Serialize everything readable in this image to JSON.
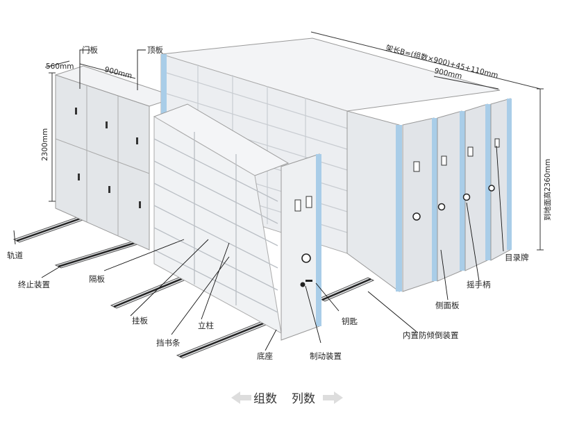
{
  "title_dimension": "架长B=(组数×900)+45+110mm",
  "dimensions": {
    "depth": "560mm",
    "width_left": "900mm",
    "width_right": "900mm",
    "height_left": "2300mm",
    "height_right": "到地面高2360mm"
  },
  "labels": {
    "door_panel": "门板",
    "top_panel": "顶板",
    "rail": "轨道",
    "stop_device": "终止装置",
    "partition": "隔板",
    "hanging_board": "挂板",
    "upright": "立柱",
    "book_stopper": "挡书条",
    "base": "底座",
    "brake": "制动装置",
    "key": "钥匙",
    "anti_tilt": "内置防倾倒装置",
    "side_panel": "侧面板",
    "crank_handle": "摇手柄",
    "catalog_card": "目录牌"
  },
  "legend": {
    "groups": "组数",
    "columns": "列数"
  },
  "colors": {
    "panel": "#e9ecef",
    "panel_dark": "#d2d7dc",
    "blue_trim": "#a9cde8",
    "line": "#1a1a1a"
  }
}
